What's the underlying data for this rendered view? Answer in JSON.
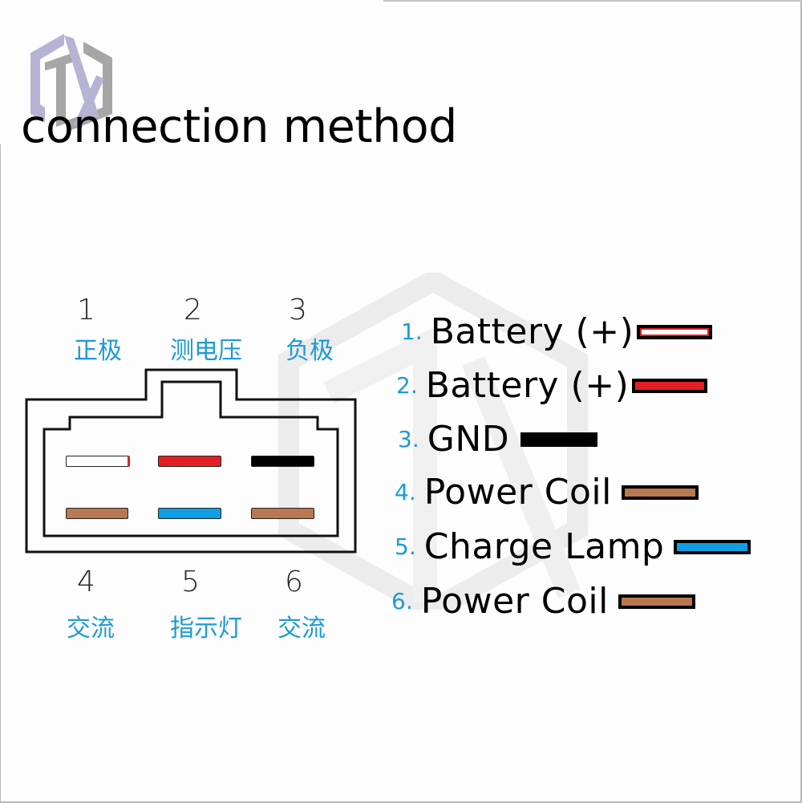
{
  "title": "connection method",
  "logo": {
    "name": "TX",
    "icon": "tx-hexagon-logo-icon",
    "colors": {
      "purple": "#b7b3d4",
      "gray": "#a6a6a6"
    }
  },
  "pins_top": [
    {
      "number": "1",
      "label_cn": "正极"
    },
    {
      "number": "2",
      "label_cn": "测电压"
    },
    {
      "number": "3",
      "label_cn": "负极"
    }
  ],
  "pins_bottom": [
    {
      "number": "4",
      "label_cn": "交流"
    },
    {
      "number": "5",
      "label_cn": "指示灯"
    },
    {
      "number": "6",
      "label_cn": "交流"
    }
  ],
  "terminals": [
    {
      "pin": "1",
      "color": "#ffffff",
      "accent": "#e31e25"
    },
    {
      "pin": "2",
      "color": "#e31e25"
    },
    {
      "pin": "3",
      "color": "#000000"
    },
    {
      "pin": "4",
      "color": "#b87952"
    },
    {
      "pin": "5",
      "color": "#109ee4"
    },
    {
      "pin": "6",
      "color": "#b87952"
    }
  ],
  "legend": [
    {
      "number": "1.",
      "label": "Battery (+)",
      "wire_color": "#ffffff",
      "wire_outline": "#e31e25"
    },
    {
      "number": "2.",
      "label": "Battery (+)",
      "wire_color": "#e31e25"
    },
    {
      "number": "3.",
      "label": "GND",
      "wire_color": "#000000"
    },
    {
      "number": "4.",
      "label": "Power Coil",
      "wire_color": "#b87952"
    },
    {
      "number": "5.",
      "label": "Charge Lamp",
      "wire_color": "#109ee4"
    },
    {
      "number": "6.",
      "label": "Power Coil",
      "wire_color": "#b87952"
    }
  ]
}
